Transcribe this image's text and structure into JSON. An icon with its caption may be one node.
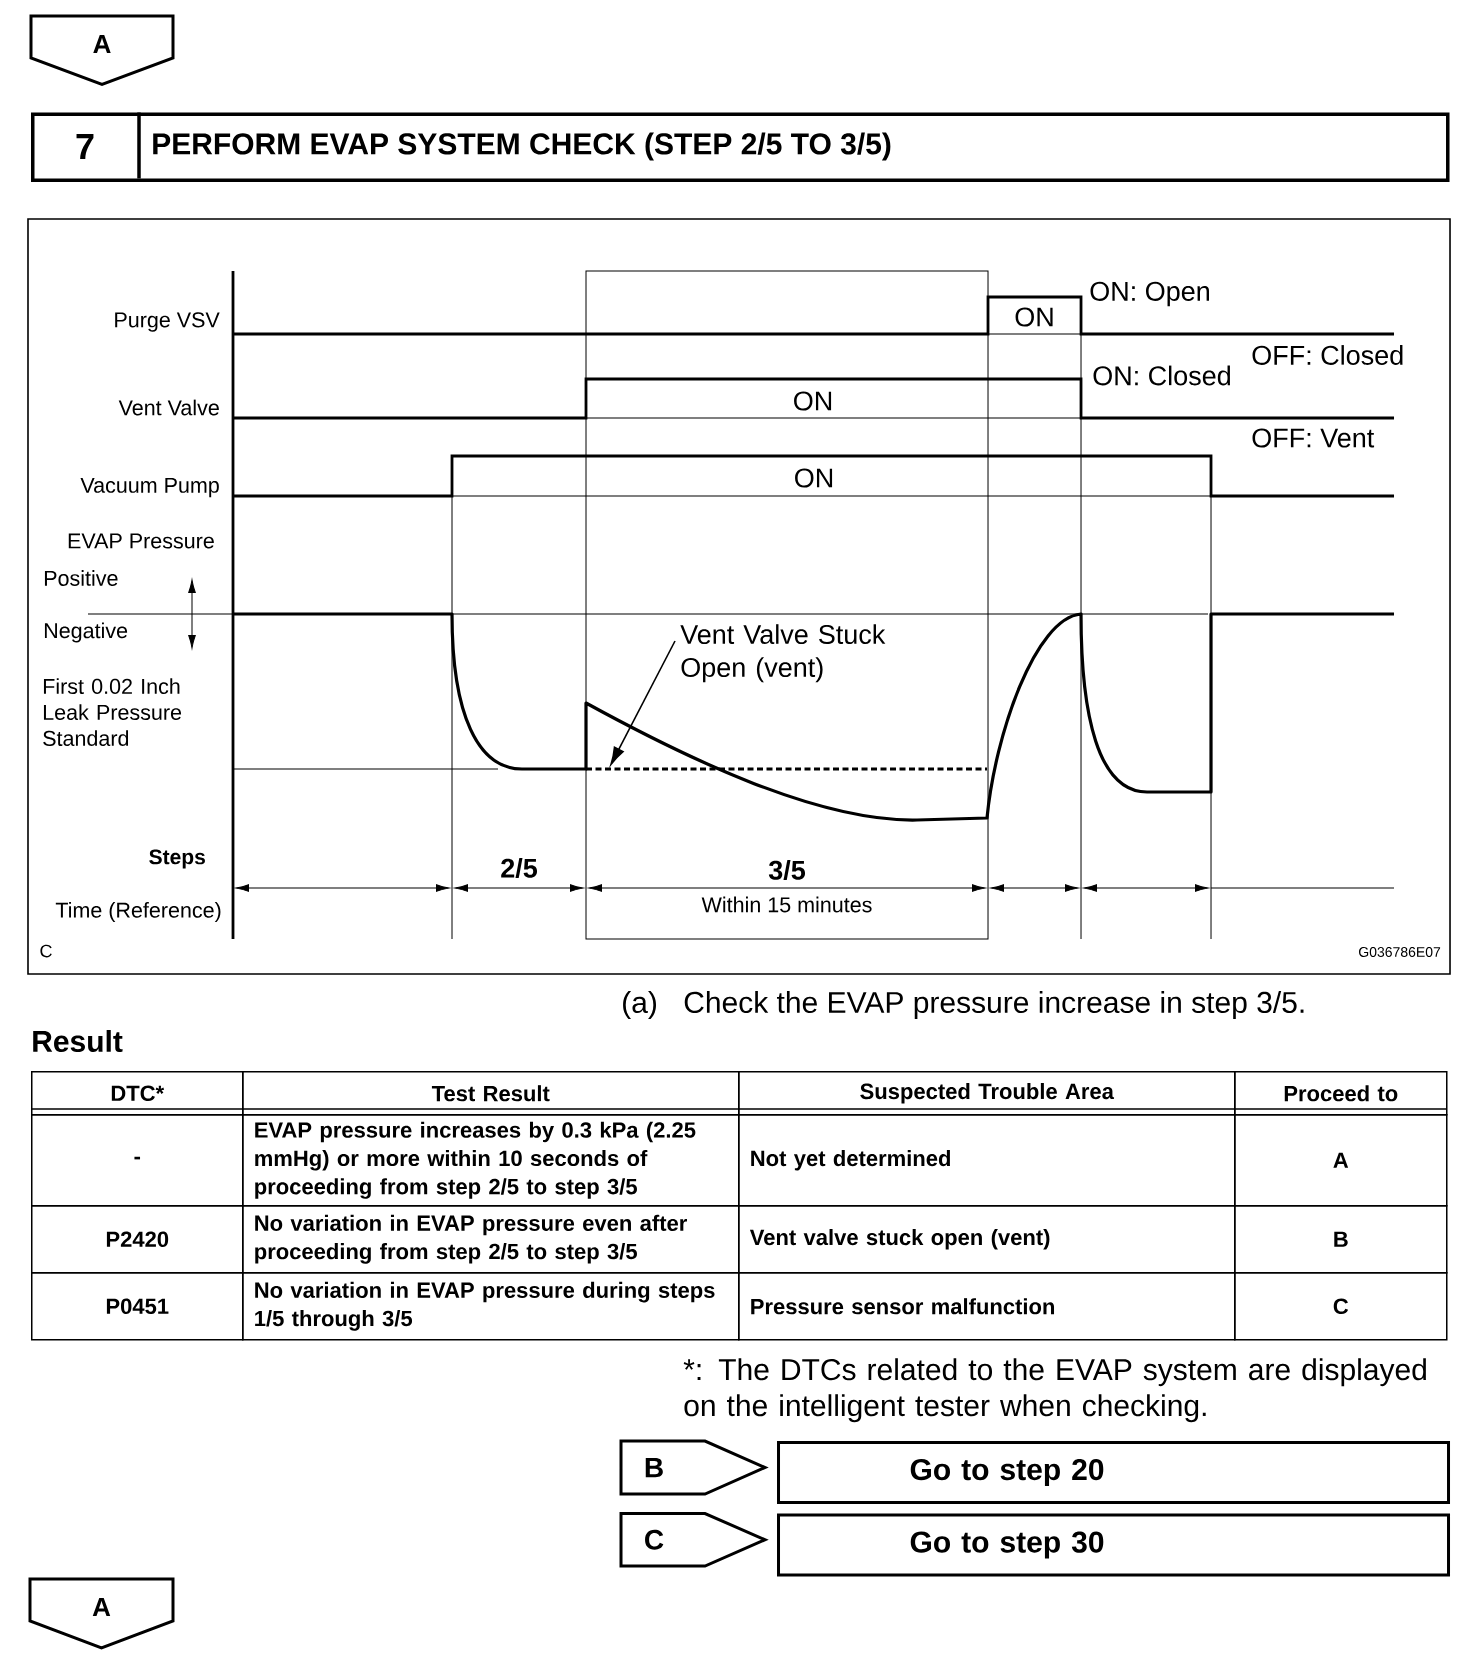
{
  "diagram": {
    "nodes": [
      {
        "text": [
          "A"
        ]
      },
      {
        "text": [
          "7",
          "PERFORM EVAP SYSTEM CHECK (STEP 2/5 TO 3/5)"
        ]
      },
      {
        "text": [
          "Vent Valve Stuck Open (vent)"
        ]
      },
      {
        "text": [],
        "shape": "line"
      },
      {
        "text": [
          "B"
        ]
      },
      {
        "text": [
          "Go to step 20"
        ]
      },
      {
        "text": [
          "C"
        ]
      },
      {
        "text": [
          "Go to step 30"
        ]
      },
      {
        "text": [
          "A"
        ]
      }
    ],
    "edges": [
      {
        "from": 2,
        "to": 3,
        "arrow": "to"
      }
    ],
    "labels": [
      "Purge VSV",
      "ON",
      "ON: Open",
      "OFF: Closed",
      "Vent Valve",
      "ON",
      "ON: Closed",
      "OFF: Vent",
      "Vacuum Pump",
      "ON",
      "EVAP Pressure",
      "Positive",
      "Negative",
      "First 0.02 Inch Leak Pressure Standard",
      "Steps",
      "2/5",
      "3/5",
      "Time (Reference)",
      "Within 15 minutes",
      "C",
      "G036786E07",
      "(a)",
      "Check the EVAP pressure increase in step 3/5.",
      "Result",
      "DTC*",
      "Test Result",
      "Suspected Trouble Area",
      "Proceed to",
      "-",
      "EVAP pressure increases by 0.3 kPa (2.25 mmHg) or more within 10 seconds of proceeding from step 2/5 to step 3/5",
      "Not yet determined",
      "A",
      "P2420",
      "No variation in EVAP pressure even after proceeding from step 2/5 to step 3/5",
      "Vent valve stuck open (vent)",
      "B",
      "P0451",
      "No variation in EVAP pressure during steps 1/5 through 3/5",
      "Pressure sensor malfunction",
      "C",
      "*: The DTCs related to the EVAP system are displayed on the intelligent tester when checking."
    ]
  }
}
